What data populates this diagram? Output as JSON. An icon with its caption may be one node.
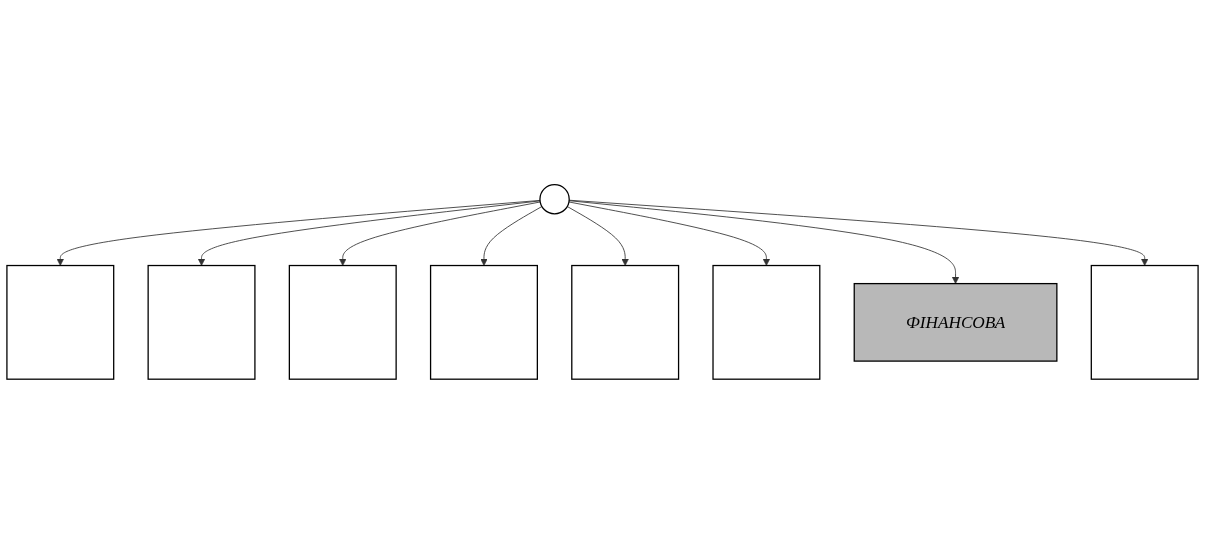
{
  "diagram": {
    "nodes": [
      {
        "text": [],
        "shape": "box"
      },
      {
        "text": [],
        "shape": "box"
      },
      {
        "text": [],
        "shape": "box"
      },
      {
        "text": [],
        "shape": "box"
      },
      {
        "text": [],
        "shape": "ellipse"
      },
      {
        "text": [],
        "shape": "box"
      },
      {
        "text": [],
        "shape": "box"
      },
      {
        "text": [
          "ФІНАНСОВА"
        ]
      },
      {
        "text": [],
        "shape": "box"
      }
    ],
    "edges": [
      {
        "from": 4,
        "to": 0,
        "arrow": "to"
      },
      {
        "from": 4,
        "to": 1,
        "arrow": "to"
      },
      {
        "from": 4,
        "to": 2,
        "arrow": "to"
      },
      {
        "from": 4,
        "to": 3,
        "arrow": "to"
      },
      {
        "from": 4,
        "to": 5,
        "arrow": "to"
      },
      {
        "from": 4,
        "to": 6,
        "arrow": "to"
      },
      {
        "from": 4,
        "to": 7,
        "arrow": "to"
      },
      {
        "from": 4,
        "to": 8,
        "arrow": "to"
      }
    ]
  }
}
